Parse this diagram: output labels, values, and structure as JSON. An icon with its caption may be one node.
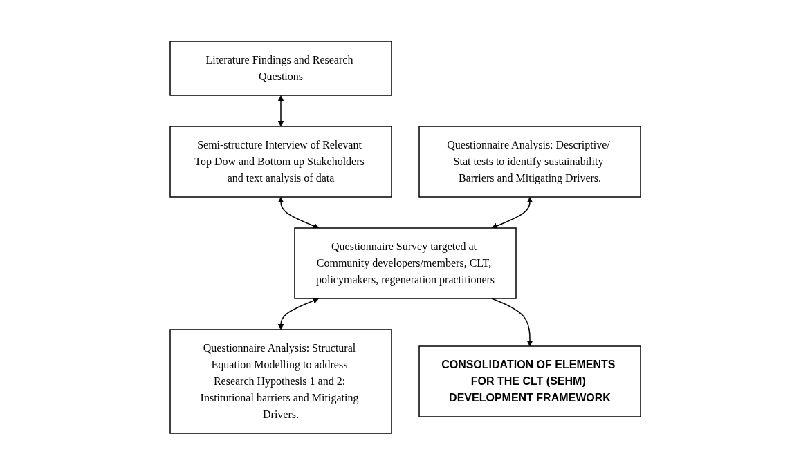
{
  "diagram": {
    "nodes": [
      {
        "text": [
          "Literature Findings and Research Questions"
        ]
      },
      {
        "text": [
          "Semi-structure Interview of Relevant Top Dow and Bottom up Stakeholders and text analysis of data"
        ]
      },
      {
        "text": [
          "Questionnaire Analysis: Descriptive/ Stat tests to identify sustainability Barriers and Mitigating Drivers."
        ]
      },
      {
        "text": [
          "Questionnaire Survey targeted at Community developers/members, CLT, policymakers, regeneration practitioners"
        ]
      },
      {
        "text": [
          "Questionnaire Analysis: Structural Equation Modelling to address Research Hypothesis 1 and 2: Institutional barriers and Mitigating Drivers."
        ]
      },
      {
        "text": [
          "CONSOLIDATION OF ELEMENTS FOR THE CLT (SEHM) DEVELOPMENT FRAMEWORK"
        ]
      }
    ],
    "edges": [
      {
        "from": 0,
        "to": 1,
        "arrow": "both"
      },
      {
        "from": 1,
        "to": 3,
        "arrow": "both"
      },
      {
        "from": 2,
        "to": 3,
        "arrow": "both"
      },
      {
        "from": 3,
        "to": 4,
        "arrow": "both"
      },
      {
        "from": 3,
        "to": 5,
        "arrow": "to"
      }
    ]
  }
}
